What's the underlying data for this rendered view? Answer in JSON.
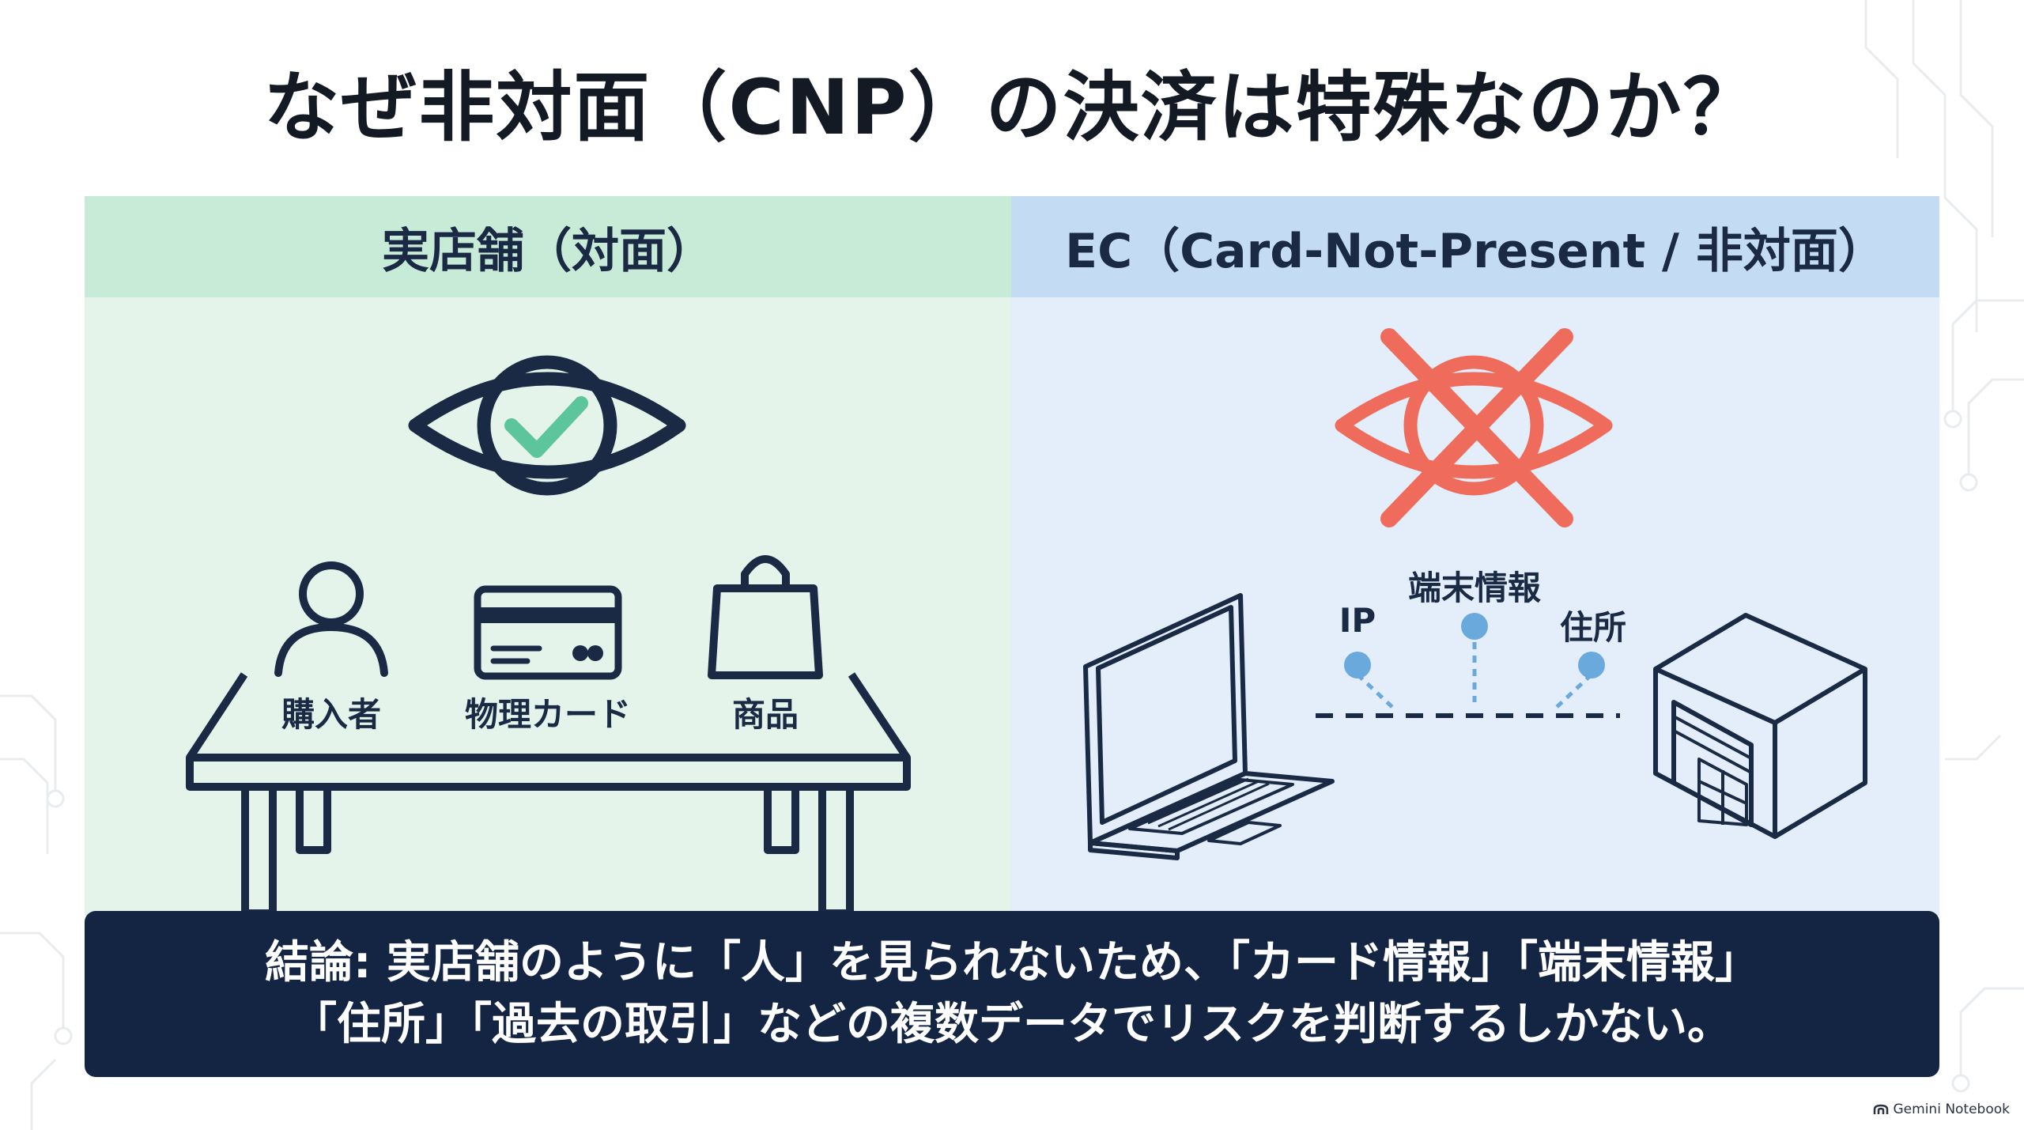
{
  "title": "なぜ非対面（CNP）の決済は特殊なのか？",
  "left_panel": {
    "header": "実店舗（対面）",
    "labels": {
      "buyer": "購入者",
      "card": "物理カード",
      "product": "商品"
    }
  },
  "right_panel": {
    "header": "EC（Card-Not-Present / 非対面）",
    "labels": {
      "ip": "IP",
      "device": "端末情報",
      "address": "住所"
    }
  },
  "conclusion": {
    "line1": "結論: 実店舗のように「人」を見られないため、「カード情報」「端末情報」",
    "line2": "「住所」「過去の取引」などの複数データでリスクを判断するしかない。"
  },
  "watermark": {
    "icon": "notebook-icon",
    "text": "Gemini Notebook"
  },
  "colors": {
    "navy": "#1b2a44",
    "check_green": "#5cc59b",
    "cross_red": "#ef6b5b",
    "node_blue": "#6aa9dc",
    "conclusion_bg": "#142544"
  }
}
